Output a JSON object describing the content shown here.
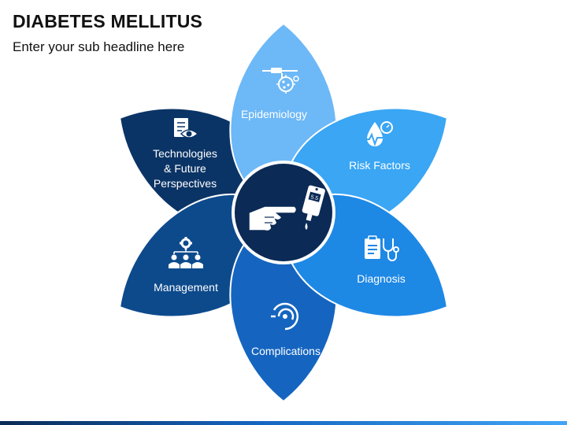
{
  "header": {
    "title": "DIABETES MELLITUS",
    "subtitle": "Enter your sub headline here"
  },
  "petals": [
    {
      "label_lines": [
        "Epidemiology"
      ],
      "icon": "virus-microscope-icon",
      "color": "#6db8f7"
    },
    {
      "label_lines": [
        "Risk Factors"
      ],
      "icon": "blood-drop-gauge-icon",
      "color": "#3aa6f4"
    },
    {
      "label_lines": [
        "Diagnosis"
      ],
      "icon": "clipboard-stethoscope-icon",
      "color": "#1e88e5"
    },
    {
      "label_lines": [
        "Complications"
      ],
      "icon": "target-icon",
      "color": "#1565c0"
    },
    {
      "label_lines": [
        "Management"
      ],
      "icon": "team-gear-icon",
      "color": "#0d4a8c"
    },
    {
      "label_lines": [
        "Technologies",
        "& Future",
        "Perspectives"
      ],
      "icon": "document-eye-icon",
      "color": "#0b3466"
    }
  ],
  "center": {
    "icon": "finger-glucose-meter-icon",
    "color": "#0b2a55"
  }
}
